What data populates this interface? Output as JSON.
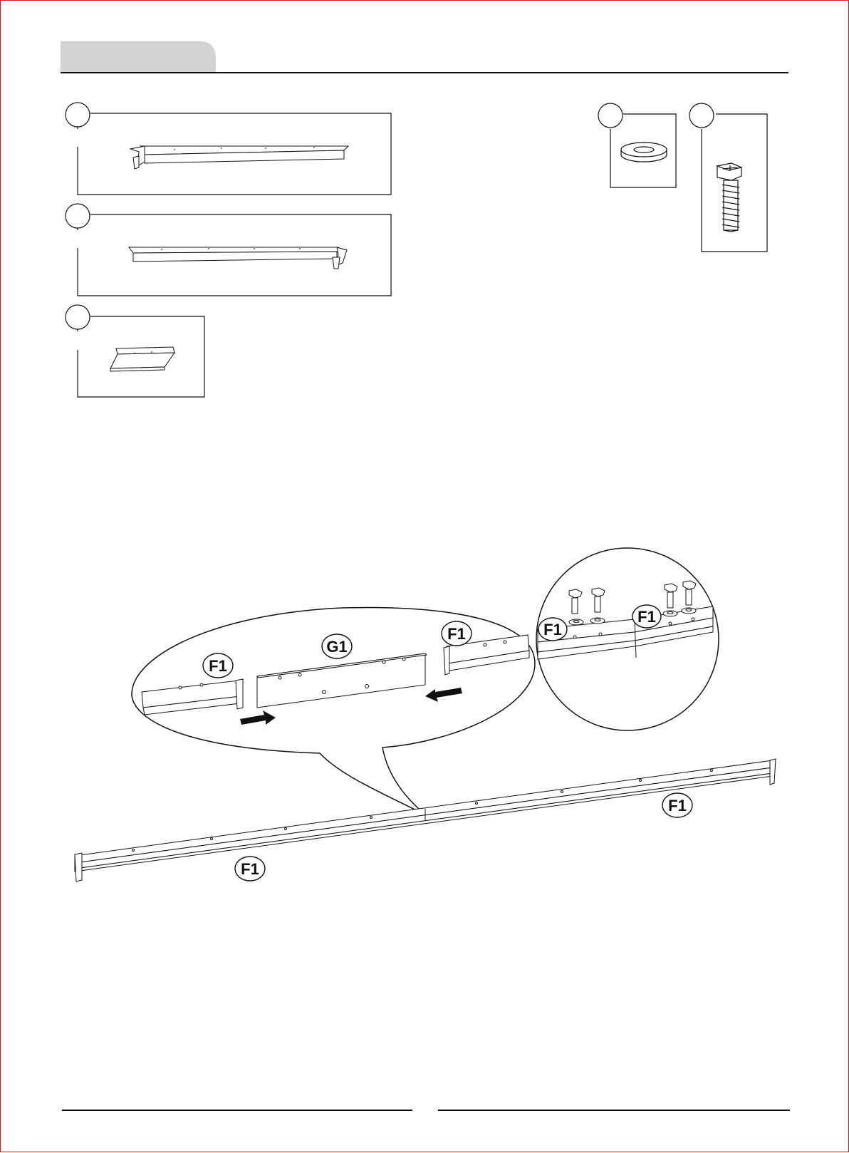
{
  "diagram": {
    "header_tab": "",
    "colors": {
      "frame": "#e0111b",
      "ink": "#111111",
      "tab": "#d3d3d3"
    },
    "parts": [
      {
        "id": "part-1",
        "label": ""
      },
      {
        "id": "part-2",
        "label": ""
      },
      {
        "id": "part-3",
        "label": ""
      },
      {
        "id": "part-washer",
        "label": ""
      },
      {
        "id": "part-bolt",
        "label": ""
      }
    ],
    "callouts": {
      "g1": "G1",
      "f1_left_zoom": "F1",
      "f1_right_zoom": "F1",
      "f1_detail_left": "F1",
      "f1_detail_right": "F1",
      "f1_main_left": "F1",
      "f1_main_right": "F1"
    }
  }
}
